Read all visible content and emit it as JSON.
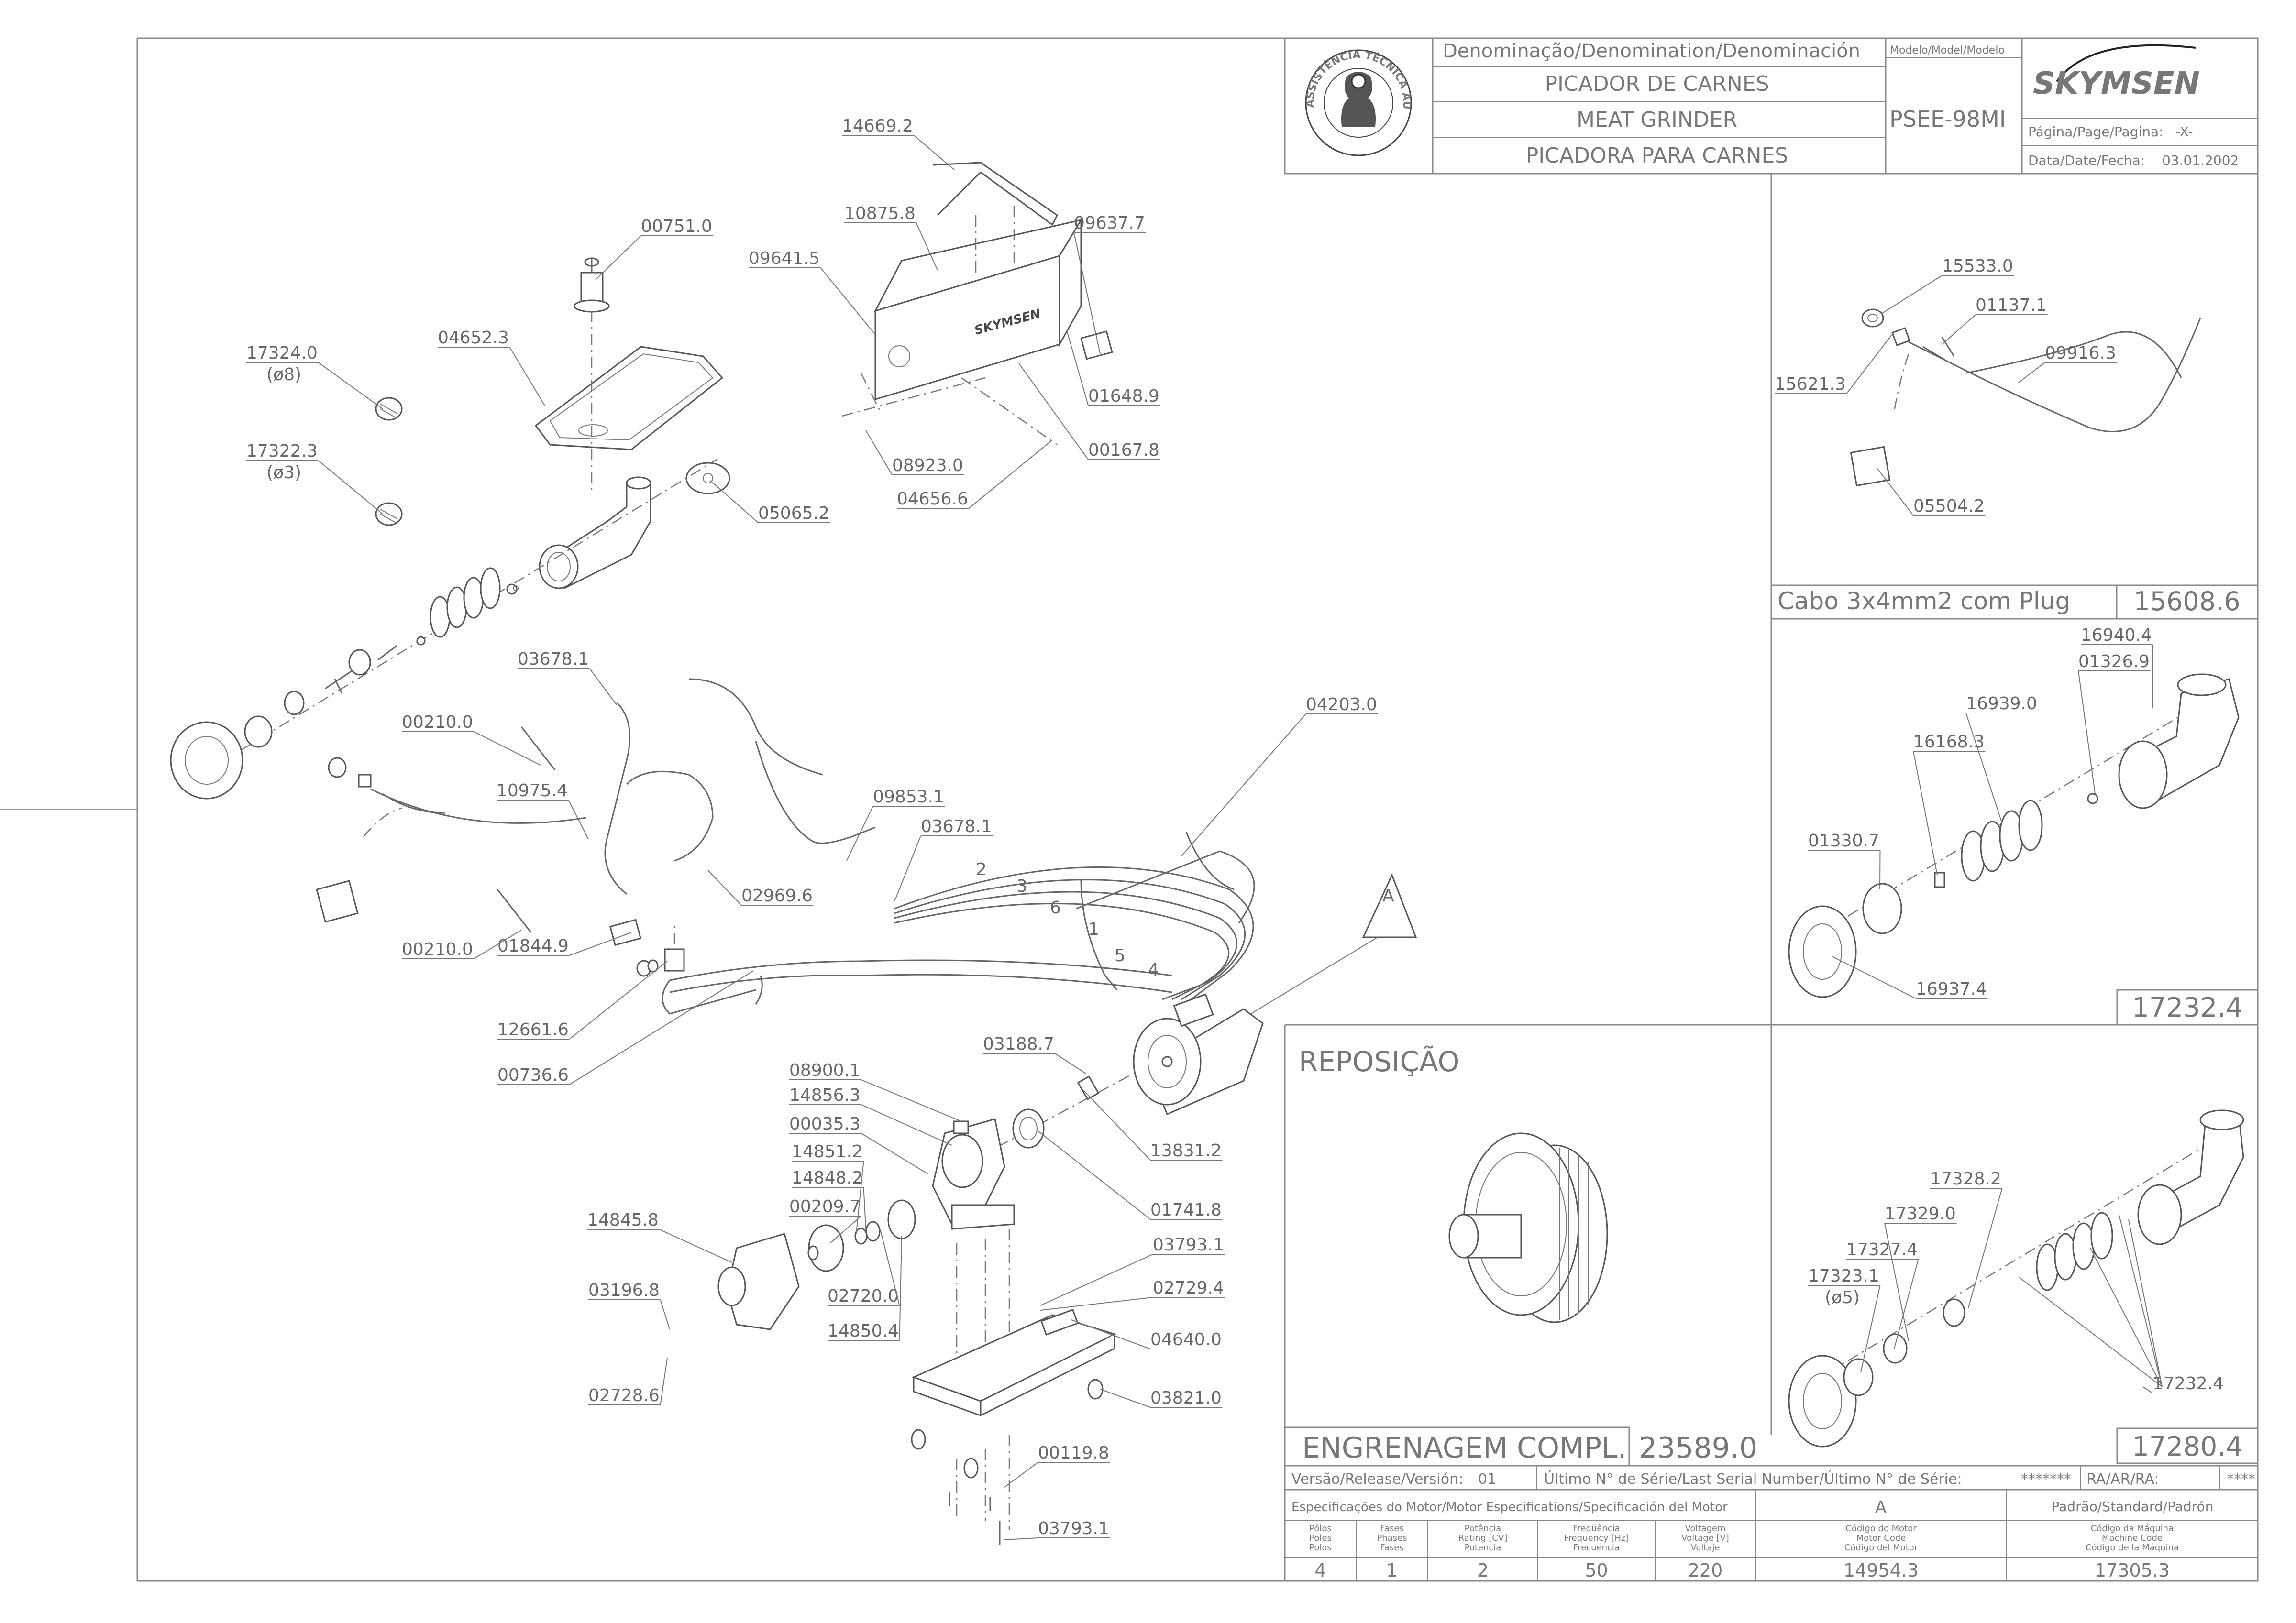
{
  "title_block": {
    "denomination_header": "Denominação/Denomination/Denominación",
    "model_header": "Modelo/Model/Modelo",
    "name_pt": "PICADOR DE CARNES",
    "name_en": "MEAT GRINDER",
    "name_es": "PICADORA PARA CARNES",
    "model": "PSEE-98MI",
    "brand": "SKYMSEN",
    "page_label": "Página/Page/Pagina:",
    "page_value": "-X-",
    "date_label": "Data/Date/Fecha:",
    "date_value": "03.01.2002",
    "seal_text": "ASSISTÊNCIA TÉCNICA AUTORIZADA"
  },
  "parts_main": [
    {
      "id": "p1",
      "text": "14669.2"
    },
    {
      "id": "p2",
      "text": "10875.8"
    },
    {
      "id": "p3",
      "text": "09637.7"
    },
    {
      "id": "p4",
      "text": "00751.0"
    },
    {
      "id": "p5",
      "text": "09641.5"
    },
    {
      "id": "p6",
      "text": "04652.3"
    },
    {
      "id": "p7",
      "text": "17324.0"
    },
    {
      "id": "p8",
      "text": "(ø8)"
    },
    {
      "id": "p9",
      "text": "01648.9"
    },
    {
      "id": "p10",
      "text": "00167.8"
    },
    {
      "id": "p11",
      "text": "17322.3"
    },
    {
      "id": "p12",
      "text": "(ø3)"
    },
    {
      "id": "p13",
      "text": "08923.0"
    },
    {
      "id": "p14",
      "text": "04656.6"
    },
    {
      "id": "p15",
      "text": "05065.2"
    },
    {
      "id": "p16",
      "text": "03678.1"
    },
    {
      "id": "p17",
      "text": "04203.0"
    },
    {
      "id": "p18",
      "text": "00210.0"
    },
    {
      "id": "p19",
      "text": "10975.4"
    },
    {
      "id": "p20",
      "text": "09853.1"
    },
    {
      "id": "p21",
      "text": "03678.1"
    },
    {
      "id": "p22",
      "text": "02969.6"
    },
    {
      "id": "p23",
      "text": "00210.0"
    },
    {
      "id": "p24",
      "text": "01844.9"
    },
    {
      "id": "p25",
      "text": "12661.6"
    },
    {
      "id": "p26",
      "text": "00736.6"
    },
    {
      "id": "p27",
      "text": "03188.7"
    },
    {
      "id": "p28",
      "text": "08900.1"
    },
    {
      "id": "p29",
      "text": "14856.3"
    },
    {
      "id": "p30",
      "text": "00035.3"
    },
    {
      "id": "p31",
      "text": "13831.2"
    },
    {
      "id": "p32",
      "text": "14851.2"
    },
    {
      "id": "p33",
      "text": "14848.2"
    },
    {
      "id": "p34",
      "text": "00209.7"
    },
    {
      "id": "p35",
      "text": "01741.8"
    },
    {
      "id": "p36",
      "text": "14845.8"
    },
    {
      "id": "p37",
      "text": "03793.1"
    },
    {
      "id": "p38",
      "text": "02720.0"
    },
    {
      "id": "p39",
      "text": "02729.4"
    },
    {
      "id": "p40",
      "text": "03196.8"
    },
    {
      "id": "p41",
      "text": "14850.4"
    },
    {
      "id": "p42",
      "text": "04640.0"
    },
    {
      "id": "p43",
      "text": "02728.6"
    },
    {
      "id": "p44",
      "text": "03821.0"
    },
    {
      "id": "p45",
      "text": "00119.8"
    },
    {
      "id": "p46",
      "text": "03793.1"
    },
    {
      "id": "p47",
      "text": "A"
    }
  ],
  "wire_numbers": [
    "2",
    "3",
    "6",
    "1",
    "5",
    "4"
  ],
  "cable_panel": {
    "parts": [
      {
        "id": "c1",
        "text": "15533.0"
      },
      {
        "id": "c2",
        "text": "01137.1"
      },
      {
        "id": "c3",
        "text": "09916.3"
      },
      {
        "id": "c4",
        "text": "15621.3"
      },
      {
        "id": "c5",
        "text": "05504.2"
      }
    ],
    "caption": "Cabo 3x4mm2 com Plug",
    "code": "15608.6"
  },
  "assembly_panel_1": {
    "parts": [
      {
        "id": "a1",
        "text": "16940.4"
      },
      {
        "id": "a2",
        "text": "01326.9"
      },
      {
        "id": "a3",
        "text": "16939.0"
      },
      {
        "id": "a4",
        "text": "16168.3"
      },
      {
        "id": "a5",
        "text": "01330.7"
      },
      {
        "id": "a6",
        "text": "16937.4"
      }
    ],
    "code": "17232.4"
  },
  "assembly_panel_2": {
    "parts": [
      {
        "id": "b1",
        "text": "17328.2"
      },
      {
        "id": "b2",
        "text": "17329.0"
      },
      {
        "id": "b3",
        "text": "17327.4"
      },
      {
        "id": "b4",
        "text": "17323.1"
      },
      {
        "id": "b5",
        "text": "(ø5)"
      },
      {
        "id": "b6",
        "text": "17232.4"
      }
    ],
    "code": "17280.4"
  },
  "replacement": {
    "heading": "REPOSIÇÃO",
    "name": "ENGRENAGEM COMPL.",
    "code": "23589.0"
  },
  "footer": {
    "version_label": "Versão/Release/Versión:",
    "version_value": "01",
    "serial_label": "Último N° de Série/Last Serial Number/Último N° de Série:",
    "serial_value": "*******",
    "ra_label": "RA/AR/RA:",
    "ra_value": "****",
    "motor_spec_label": "Especificações do Motor/Motor Especifications/Specificación del Motor",
    "motor_spec_value": "A",
    "standard_label": "Padrão/Standard/Padrón",
    "columns": [
      {
        "l1": "Pólos",
        "l2": "Poles",
        "l3": "Polos",
        "value": "4"
      },
      {
        "l1": "Fases",
        "l2": "Phases",
        "l3": "Fases",
        "value": "1"
      },
      {
        "l1": "Potência",
        "l2": "Rating [CV]",
        "l3": "Potencia",
        "value": "2"
      },
      {
        "l1": "Freqüência",
        "l2": "Frequency [Hz]",
        "l3": "Frecuencia",
        "value": "50"
      },
      {
        "l1": "Voltagem",
        "l2": "Voltage [V]",
        "l3": "Voltaje",
        "value": "220"
      },
      {
        "l1": "Código do Motor",
        "l2": "Motor Code",
        "l3": "Código del Motor",
        "value": "14954.3"
      },
      {
        "l1": "Código da Máquina",
        "l2": "Machine Code",
        "l3": "Código de la Máquina",
        "value": "17305.3"
      }
    ]
  }
}
